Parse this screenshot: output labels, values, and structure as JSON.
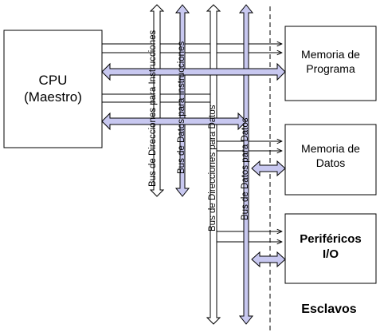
{
  "cpu": {
    "line1": "CPU",
    "line2": "(Maestro)"
  },
  "program_memory": {
    "line1": "Memoria de",
    "line2": "Programa"
  },
  "data_memory": {
    "line1": "Memoria de",
    "line2": "Datos"
  },
  "peripherals": {
    "line1": "Periféricos",
    "line2": "I/O"
  },
  "slaves_label": "Esclavos",
  "buses": {
    "instr_address": "Bus de Direcciones para Instrucciones",
    "instr_data": "Bus de Datos para Instrucciones",
    "data_address": "Bus de Direcciones para Datos",
    "data_data": "Bus de Datos para Datos"
  },
  "colors": {
    "data_bus_fill": "#c8c8f0",
    "address_bus_fill": "#ffffff",
    "stroke": "#000000"
  }
}
